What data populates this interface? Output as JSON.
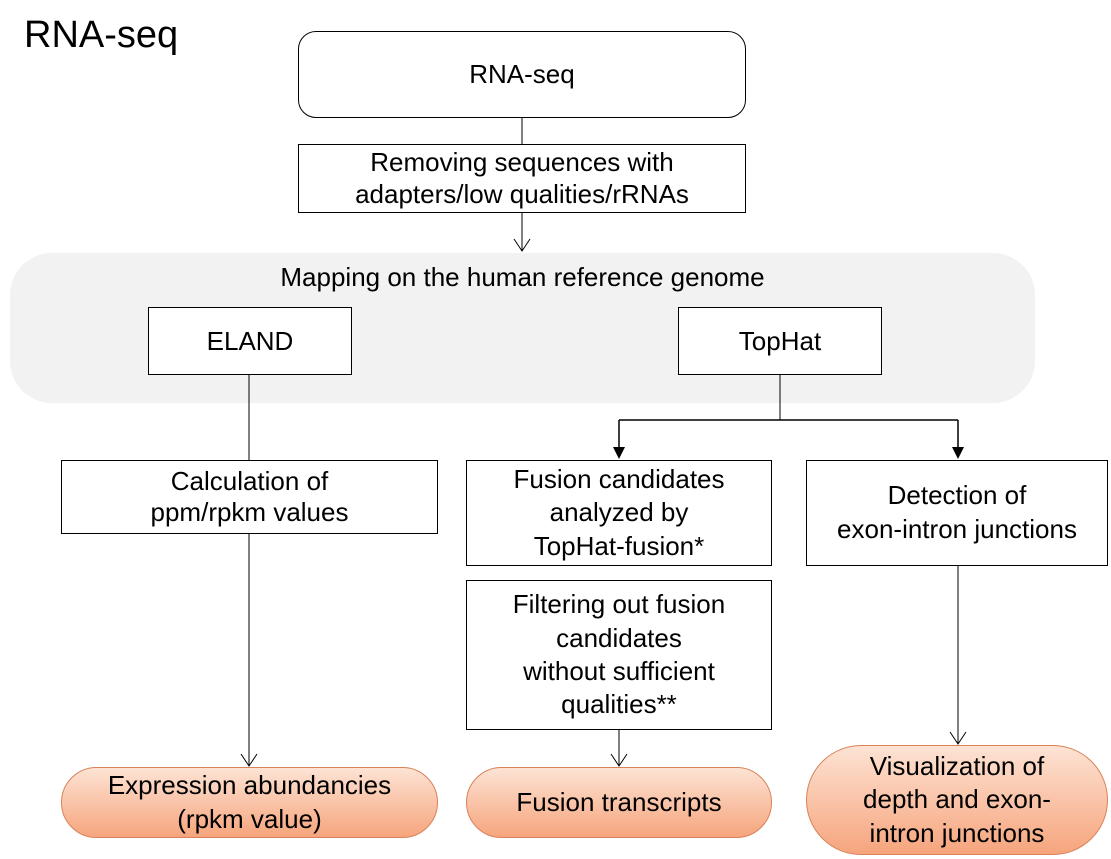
{
  "title": "RNA-seq",
  "nodes": {
    "start": "RNA-seq",
    "removing": "Removing sequences with\nadapters/low qualities/rRNAs",
    "mapping_label": "Mapping on the human reference genome",
    "eland": "ELAND",
    "tophat": "TopHat",
    "calculation": "Calculation of\nppm/rpkm values",
    "fusion_candidates": "Fusion candidates\nanalyzed by\nTopHat-fusion*",
    "filtering": "Filtering out fusion\ncandidates\nwithout sufficient\nqualities**",
    "detection": "Detection of\nexon-intron junctions"
  },
  "outputs": {
    "expression": "Expression abundancies\n(rpkm value)",
    "fusion_transcripts": "Fusion transcripts",
    "visualization": "Visualization of\ndepth and exon-\nintron junctions"
  },
  "colors": {
    "mapping_group_bg": "#f2f2f2",
    "outcome_fill_top": "#fde3d4",
    "outcome_fill_bottom": "#f6a57d",
    "outcome_border": "#d9825a"
  }
}
